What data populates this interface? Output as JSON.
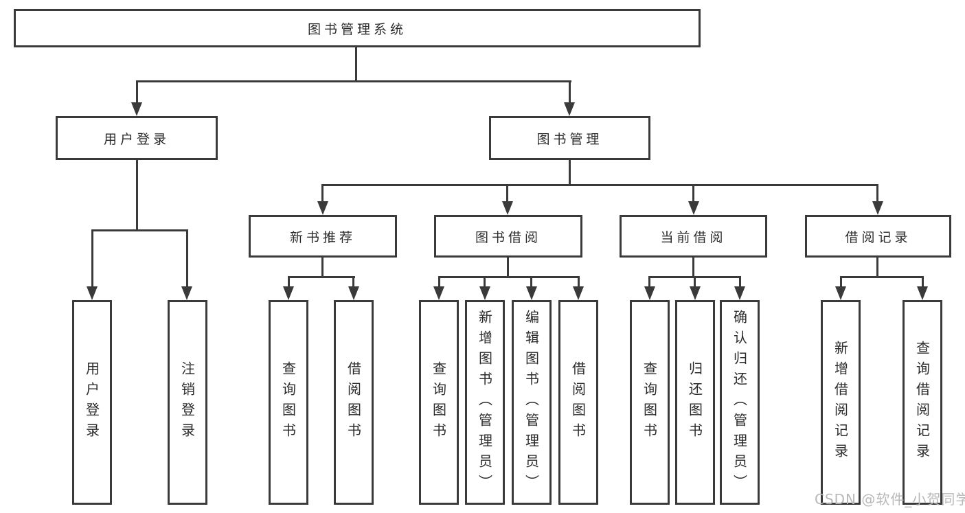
{
  "tree": {
    "root": {
      "label": "图书管理系统",
      "children": [
        {
          "label": "用户登录",
          "children": [
            {
              "label": "用户登录"
            },
            {
              "label": "注销登录"
            }
          ]
        },
        {
          "label": "图书管理",
          "children": [
            {
              "label": "新书推荐",
              "children": [
                {
                  "label": "查询图书"
                },
                {
                  "label": "借阅图书"
                }
              ]
            },
            {
              "label": "图书借阅",
              "children": [
                {
                  "label": "查询图书"
                },
                {
                  "label": "新增图书（管理员）"
                },
                {
                  "label": "编辑图书（管理员）"
                },
                {
                  "label": "借阅图书"
                }
              ]
            },
            {
              "label": "当前借阅",
              "children": [
                {
                  "label": "查询图书"
                },
                {
                  "label": "归还图书"
                },
                {
                  "label": "确认归还（管理员）"
                }
              ]
            },
            {
              "label": "借阅记录",
              "children": [
                {
                  "label": "新增借阅记录"
                },
                {
                  "label": "查询借阅记录"
                }
              ]
            }
          ]
        }
      ]
    }
  },
  "watermark": {
    "text": "CSDN @软件_小贺同学"
  },
  "colors": {
    "line": "#3a3a3a",
    "text": "#2b2b2b",
    "watermark": "#b8b8b8",
    "background": "#ffffff"
  }
}
